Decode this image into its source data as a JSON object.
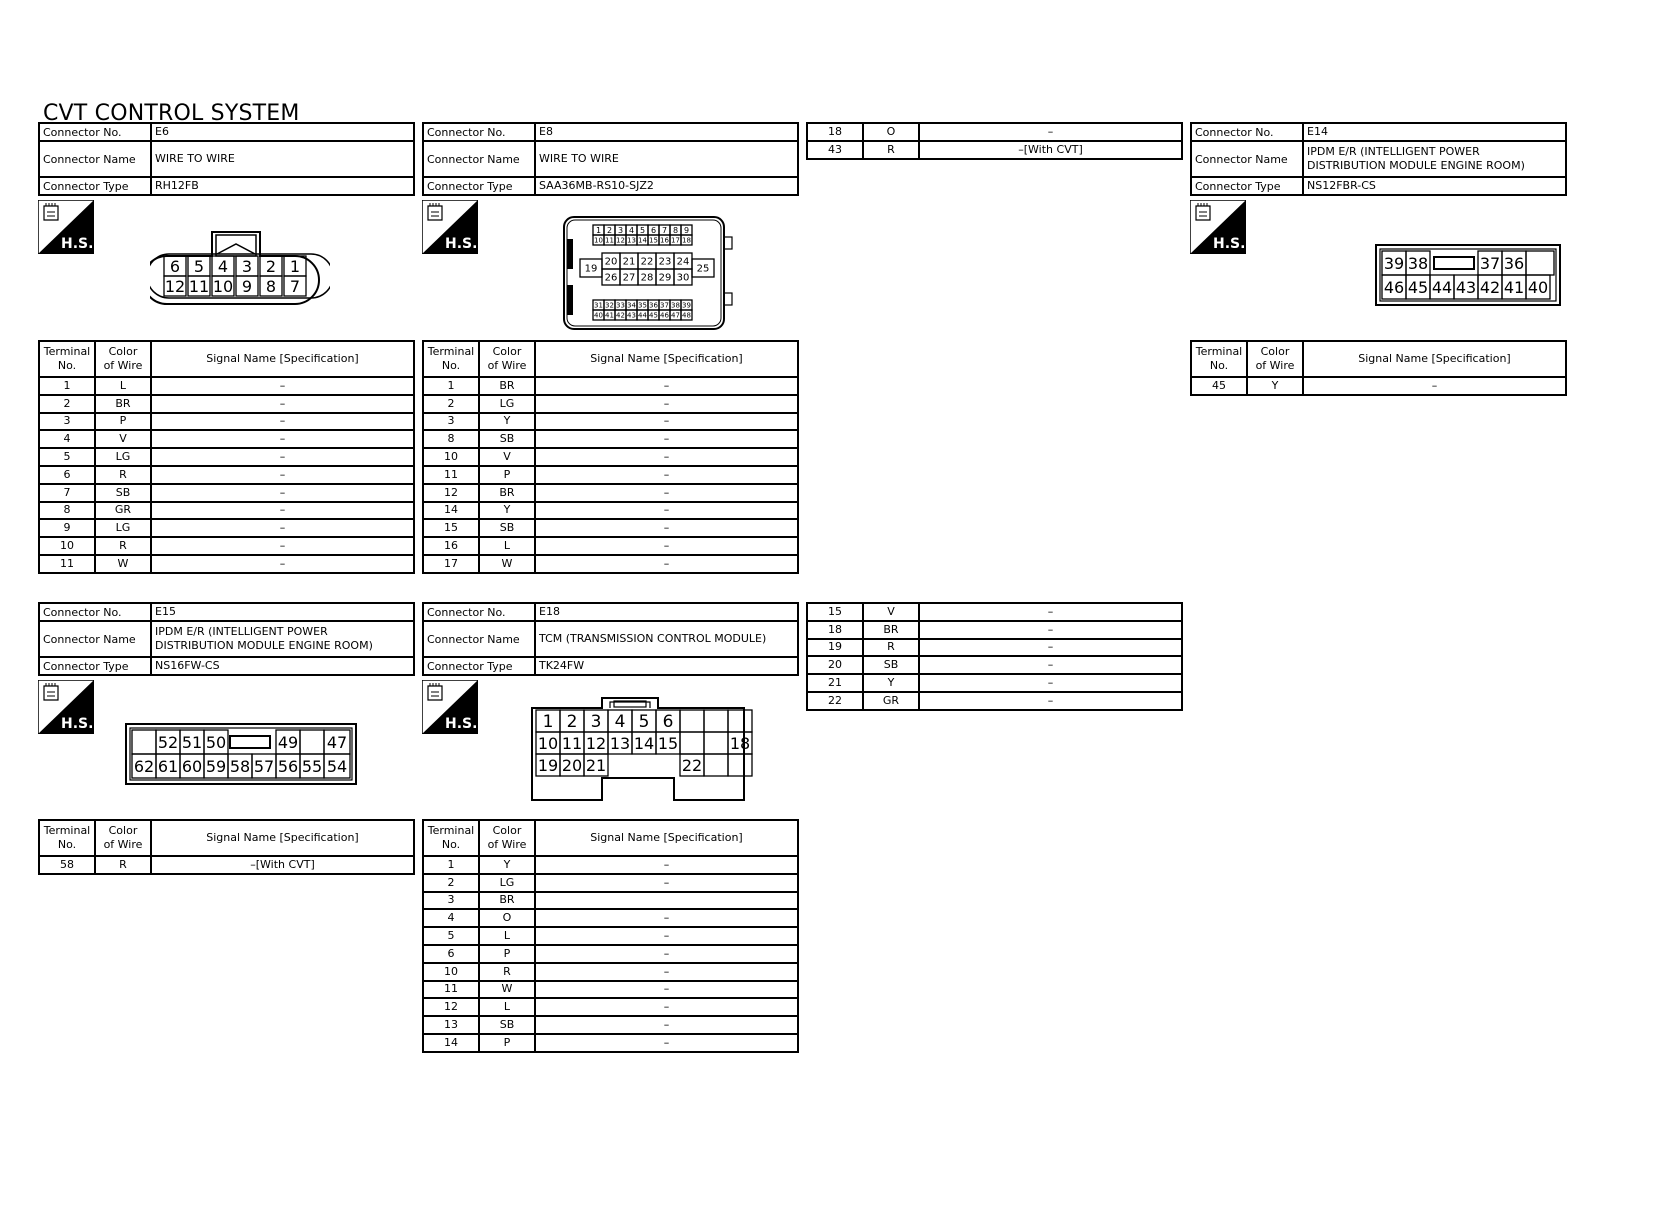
{
  "title": "CVT CONTROL SYSTEM",
  "hs_label": "H.S.",
  "labels": {
    "connector_no": "Connector No.",
    "connector_name": "Connector Name",
    "connector_type": "Connector Type",
    "terminal_no_line1": "Terminal",
    "terminal_no_line2": "No.",
    "color_line1": "Color",
    "color_line2": "of Wire",
    "signal": "Signal Name [Specification]"
  },
  "connectors": {
    "e6": {
      "no": "E6",
      "name": "WIRE TO WIRE",
      "type": "RH12FB",
      "rows": [
        [
          "1",
          "L",
          "–"
        ],
        [
          "2",
          "BR",
          "–"
        ],
        [
          "3",
          "P",
          "–"
        ],
        [
          "4",
          "V",
          "–"
        ],
        [
          "5",
          "LG",
          "–"
        ],
        [
          "6",
          "R",
          "–"
        ],
        [
          "7",
          "SB",
          "–"
        ],
        [
          "8",
          "GR",
          "–"
        ],
        [
          "9",
          "LG",
          "–"
        ],
        [
          "10",
          "R",
          "–"
        ],
        [
          "11",
          "W",
          "–"
        ]
      ],
      "face_top": [
        "6",
        "5",
        "4",
        "3",
        "2",
        "1"
      ],
      "face_bottom": [
        "12",
        "11",
        "10",
        "9",
        "8",
        "7"
      ]
    },
    "e8": {
      "no": "E8",
      "name": "WIRE TO WIRE",
      "type": "SAA36MB-RS10-SJZ2",
      "rows": [
        [
          "1",
          "BR",
          "–"
        ],
        [
          "2",
          "LG",
          "–"
        ],
        [
          "3",
          "Y",
          "–"
        ],
        [
          "8",
          "SB",
          "–"
        ],
        [
          "10",
          "V",
          "–"
        ],
        [
          "11",
          "P",
          "–"
        ],
        [
          "12",
          "BR",
          "–"
        ],
        [
          "14",
          "Y",
          "–"
        ],
        [
          "15",
          "SB",
          "–"
        ],
        [
          "16",
          "L",
          "–"
        ],
        [
          "17",
          "W",
          "–"
        ]
      ],
      "rows_cont": [
        [
          "18",
          "O",
          "–"
        ],
        [
          "43",
          "R",
          "–[With CVT]"
        ]
      ],
      "face_r1": [
        "1",
        "2",
        "3",
        "4",
        "5",
        "6",
        "7",
        "8",
        "9"
      ],
      "face_r2": [
        "10",
        "11",
        "12",
        "13",
        "14",
        "15",
        "16",
        "17",
        "18"
      ],
      "face_mid_top": [
        "20",
        "21",
        "22",
        "23",
        "24"
      ],
      "face_mid_bot": [
        "26",
        "27",
        "28",
        "29",
        "30"
      ],
      "face_left": "19",
      "face_right": "25",
      "face_r5": [
        "31",
        "32",
        "33",
        "34",
        "35",
        "36",
        "37",
        "38",
        "39"
      ],
      "face_r6": [
        "40",
        "41",
        "42",
        "43",
        "44",
        "45",
        "46",
        "47",
        "48"
      ]
    },
    "e14": {
      "no": "E14",
      "name_line1": "IPDM E/R (INTELLIGENT POWER",
      "name_line2": "DISTRIBUTION MODULE ENGINE ROOM)",
      "type": "NS12FBR-CS",
      "rows": [
        [
          "45",
          "Y",
          "–"
        ]
      ],
      "face_top": [
        "39",
        "38",
        "37",
        "36"
      ],
      "face_bottom": [
        "46",
        "45",
        "44",
        "43",
        "42",
        "41",
        "40"
      ]
    },
    "e15": {
      "no": "E15",
      "name_line1": "IPDM E/R (INTELLIGENT POWER",
      "name_line2": "DISTRIBUTION MODULE ENGINE ROOM)",
      "type": "NS16FW-CS",
      "rows": [
        [
          "58",
          "R",
          "–[With CVT]"
        ]
      ],
      "face_top": [
        "52",
        "51",
        "50",
        "49",
        "47"
      ],
      "face_bottom": [
        "62",
        "61",
        "60",
        "59",
        "58",
        "57",
        "56",
        "55",
        "54"
      ]
    },
    "e18": {
      "no": "E18",
      "name": "TCM (TRANSMISSION CONTROL MODULE)",
      "type": "TK24FW",
      "rows": [
        [
          "1",
          "Y",
          "–"
        ],
        [
          "2",
          "LG",
          "–"
        ],
        [
          "3",
          "BR",
          ""
        ],
        [
          "4",
          "O",
          "–"
        ],
        [
          "5",
          "L",
          "–"
        ],
        [
          "6",
          "P",
          "–"
        ],
        [
          "10",
          "R",
          "–"
        ],
        [
          "11",
          "W",
          "–"
        ],
        [
          "12",
          "L",
          "–"
        ],
        [
          "13",
          "SB",
          "–"
        ],
        [
          "14",
          "P",
          "–"
        ]
      ],
      "rows_cont": [
        [
          "15",
          "V",
          "–"
        ],
        [
          "18",
          "BR",
          "–"
        ],
        [
          "19",
          "R",
          "–"
        ],
        [
          "20",
          "SB",
          "–"
        ],
        [
          "21",
          "Y",
          "–"
        ],
        [
          "22",
          "GR",
          "–"
        ]
      ],
      "face_r1": [
        "1",
        "2",
        "3",
        "4",
        "5",
        "6"
      ],
      "face_r2": [
        "10",
        "11",
        "12",
        "13",
        "14",
        "15",
        "18"
      ],
      "face_r3": [
        "19",
        "20",
        "21",
        "22"
      ]
    }
  }
}
